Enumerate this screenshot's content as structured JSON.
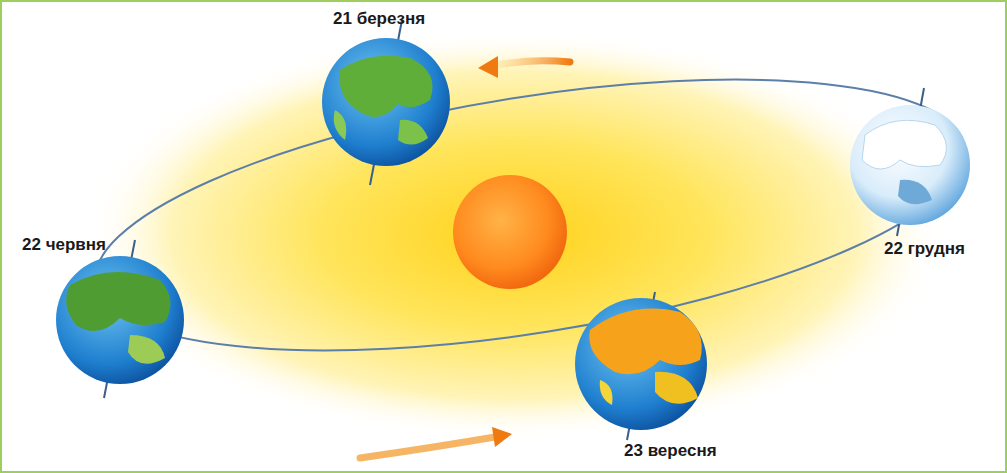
{
  "diagram": {
    "labels": [
      "21 березня",
      "22 червня",
      "22 грудня",
      "23 вересня"
    ]
  }
}
